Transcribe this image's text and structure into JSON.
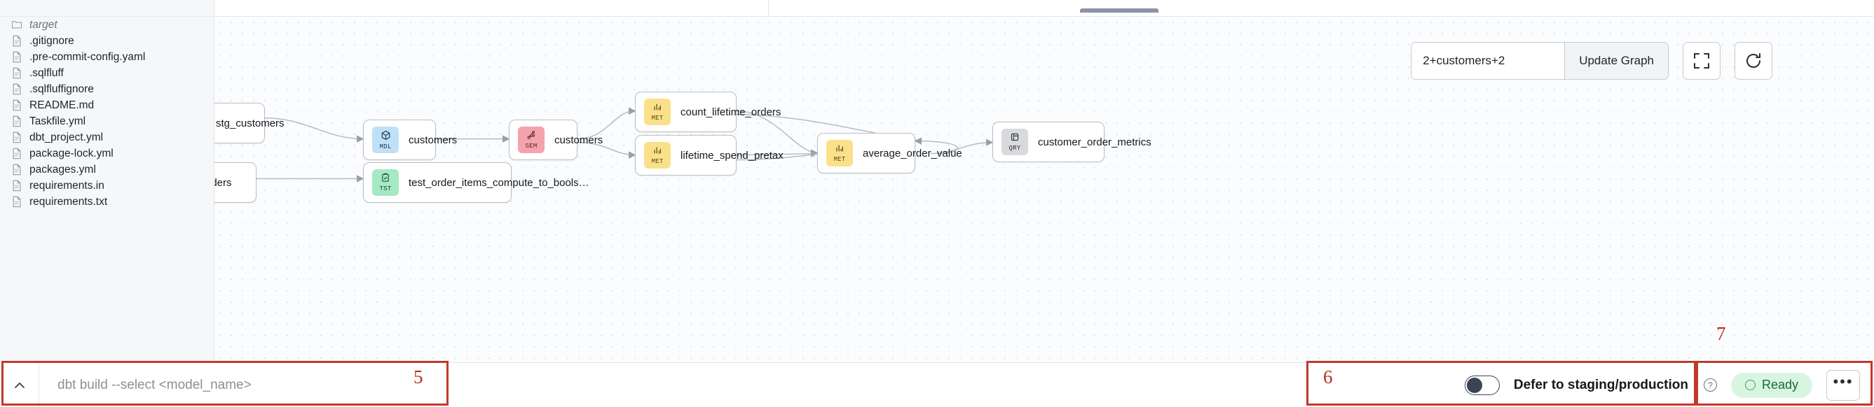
{
  "explorer": {
    "files": [
      {
        "name": "target",
        "icon": "folder-icon",
        "type": "folder"
      },
      {
        "name": ".gitignore",
        "icon": "file-icon",
        "type": "file"
      },
      {
        "name": ".pre-commit-config.yaml",
        "icon": "file-icon",
        "type": "file"
      },
      {
        "name": ".sqlfluff",
        "icon": "file-icon",
        "type": "file"
      },
      {
        "name": ".sqlfluffignore",
        "icon": "file-icon",
        "type": "file"
      },
      {
        "name": "README.md",
        "icon": "file-icon",
        "type": "file"
      },
      {
        "name": "Taskfile.yml",
        "icon": "file-icon",
        "type": "file"
      },
      {
        "name": "dbt_project.yml",
        "icon": "file-icon",
        "type": "file"
      },
      {
        "name": "package-lock.yml",
        "icon": "file-icon",
        "type": "file"
      },
      {
        "name": "packages.yml",
        "icon": "file-icon",
        "type": "file"
      },
      {
        "name": "requirements.in",
        "icon": "file-icon",
        "type": "file"
      },
      {
        "name": "requirements.txt",
        "icon": "file-icon",
        "type": "file"
      }
    ]
  },
  "graph_toolbar": {
    "selector_value": "2+customers+2",
    "selector_placeholder": "2+customers+2",
    "update_button": "Update Graph",
    "fit_view_icon": "fullscreen-icon",
    "refresh_icon": "refresh-icon"
  },
  "graph": {
    "nodes": [
      {
        "id": "stg_customers",
        "label": "stg_customers",
        "badge": "",
        "badge_kind": "none",
        "glyph": "",
        "partial": true
      },
      {
        "id": "orders",
        "label": "orders",
        "badge": "",
        "badge_kind": "none",
        "glyph": "",
        "partial": true
      },
      {
        "id": "customers_mdl",
        "label": "customers",
        "badge": "MDL",
        "badge_kind": "mdl",
        "glyph": "cube-icon",
        "partial": false
      },
      {
        "id": "test_order_items",
        "label": "test_order_items_compute_to_bools…",
        "badge": "TST",
        "badge_kind": "tst",
        "glyph": "clipboard-check-icon",
        "partial": false
      },
      {
        "id": "customers_sem",
        "label": "customers",
        "badge": "SEM",
        "badge_kind": "sem",
        "glyph": "graph-node-icon",
        "partial": false
      },
      {
        "id": "count_lifetime_orders",
        "label": "count_lifetime_orders",
        "badge": "MET",
        "badge_kind": "met",
        "glyph": "bar-chart-icon",
        "partial": false
      },
      {
        "id": "lifetime_spend_pretax",
        "label": "lifetime_spend_pretax",
        "badge": "MET",
        "badge_kind": "met",
        "glyph": "bar-chart-icon",
        "partial": false
      },
      {
        "id": "average_order_value",
        "label": "average_order_value",
        "badge": "MET",
        "badge_kind": "met",
        "glyph": "bar-chart-icon",
        "partial": false
      },
      {
        "id": "customer_order_metrics",
        "label": "customer_order_metrics",
        "badge": "QRY",
        "badge_kind": "qry",
        "glyph": "query-icon",
        "partial": false
      }
    ]
  },
  "bottom_bar": {
    "expand_icon": "chevron-up-icon",
    "command_placeholder": "dbt build --select <model_name>",
    "command_value": "",
    "defer_label": "Defer to staging/production",
    "defer_enabled": false,
    "help_icon": "question-circle-icon",
    "status_label": "Ready",
    "status_color": "#176a38",
    "more_label": "•••",
    "more_icon": "ellipsis-icon"
  },
  "annotations": [
    {
      "number": "5",
      "target": "command-bar"
    },
    {
      "number": "6",
      "target": "defer-toggle"
    },
    {
      "number": "7",
      "target": "status-and-more"
    }
  ],
  "colors": {
    "annotation": "#c0392b",
    "mdl": "#bfe0f7",
    "sem": "#f4a3ac",
    "met": "#fbe08a",
    "tst": "#a6e9c4",
    "qry": "#d9dadd"
  }
}
